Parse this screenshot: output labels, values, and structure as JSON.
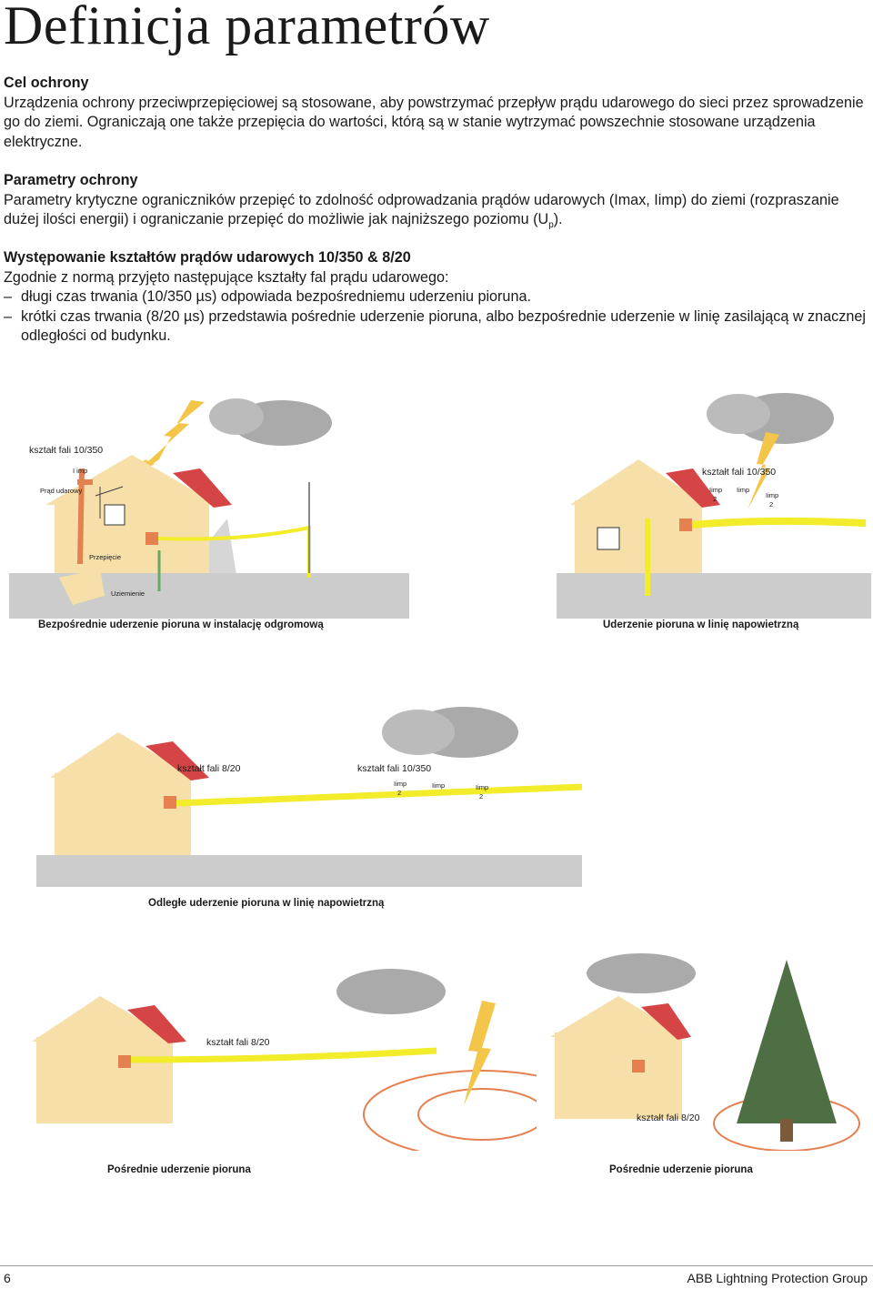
{
  "title": "Definicja parametrów",
  "sections": {
    "purpose": {
      "heading": "Cel ochrony",
      "text": "Urządzenia ochrony przeciwprzepięciowej są stosowane, aby powstrzymać przepływ prądu udarowego do sieci przez sprowadzenie go do ziemi. Ograniczają one także przepięcia do wartości, którą są w stanie wytrzymać powszechnie stosowane urządzenia elektryczne."
    },
    "parameters": {
      "heading": "Parametry ochrony",
      "text": "Parametry krytyczne ograniczników przepięć to zdolność odprowadzania prądów udarowych (Imax, Iimp) do ziemi (rozpraszanie dużej ilości energii) i ograniczanie przepięć do możliwie jak najniższego poziomu (U",
      "sub": "p",
      "text_end": ")."
    },
    "waveforms": {
      "heading": "Występowanie kształtów prądów udarowych 10/350 & 8/20",
      "intro": "Zgodnie z normą przyjęto następujące kształty fal prądu udarowego:",
      "items": [
        "długi czas trwania (10/350 µs) odpowiada bezpośredniemu uderzeniu pioruna.",
        "krótki czas trwania (8/20 µs) przedstawia pośrednie uderzenie pioruna, albo bezpośrednie uderzenie w linię zasilającą w znacznej odległości od budynku."
      ]
    }
  },
  "figures": {
    "direct": {
      "caption": "Bezpośrednie uderzenie pioruna w instalację odgromową",
      "wave": "kształt fali 10/350",
      "iimp": "I imp",
      "surge_current": "Prąd udarowy",
      "overvoltage": "Przepięcie",
      "grounding": "Uziemienie"
    },
    "overhead": {
      "caption": "Uderzenie pioruna w linię napowietrzną",
      "wave": "kształt fali 10/350",
      "half_top": "Iimp",
      "half_bottom": "2",
      "iimp": "Iimp"
    },
    "remote": {
      "caption": "Odległe uderzenie pioruna w linię napowietrzną",
      "wave_8_20": "kształt fali 8/20",
      "wave_10_350": "kształt fali 10/350",
      "half_top": "Iimp",
      "half_bottom": "2",
      "iimp": "Iimp"
    },
    "indirect1": {
      "caption": "Pośrednie uderzenie pioruna",
      "wave": "kształt fali 8/20"
    },
    "indirect2": {
      "caption": "Pośrednie uderzenie pioruna",
      "wave": "kształt fali 8/20"
    }
  },
  "footer": {
    "page_number": "6",
    "company": "ABB Lightning Protection Group"
  },
  "colors": {
    "wall": "#f6dfa8",
    "roof": "#d64545",
    "cloud": "#aaaaaa",
    "lightning": "#f3c64a",
    "surge": "#f2ec2a",
    "ground": "#cccccc",
    "tree": "#4e6e44"
  }
}
